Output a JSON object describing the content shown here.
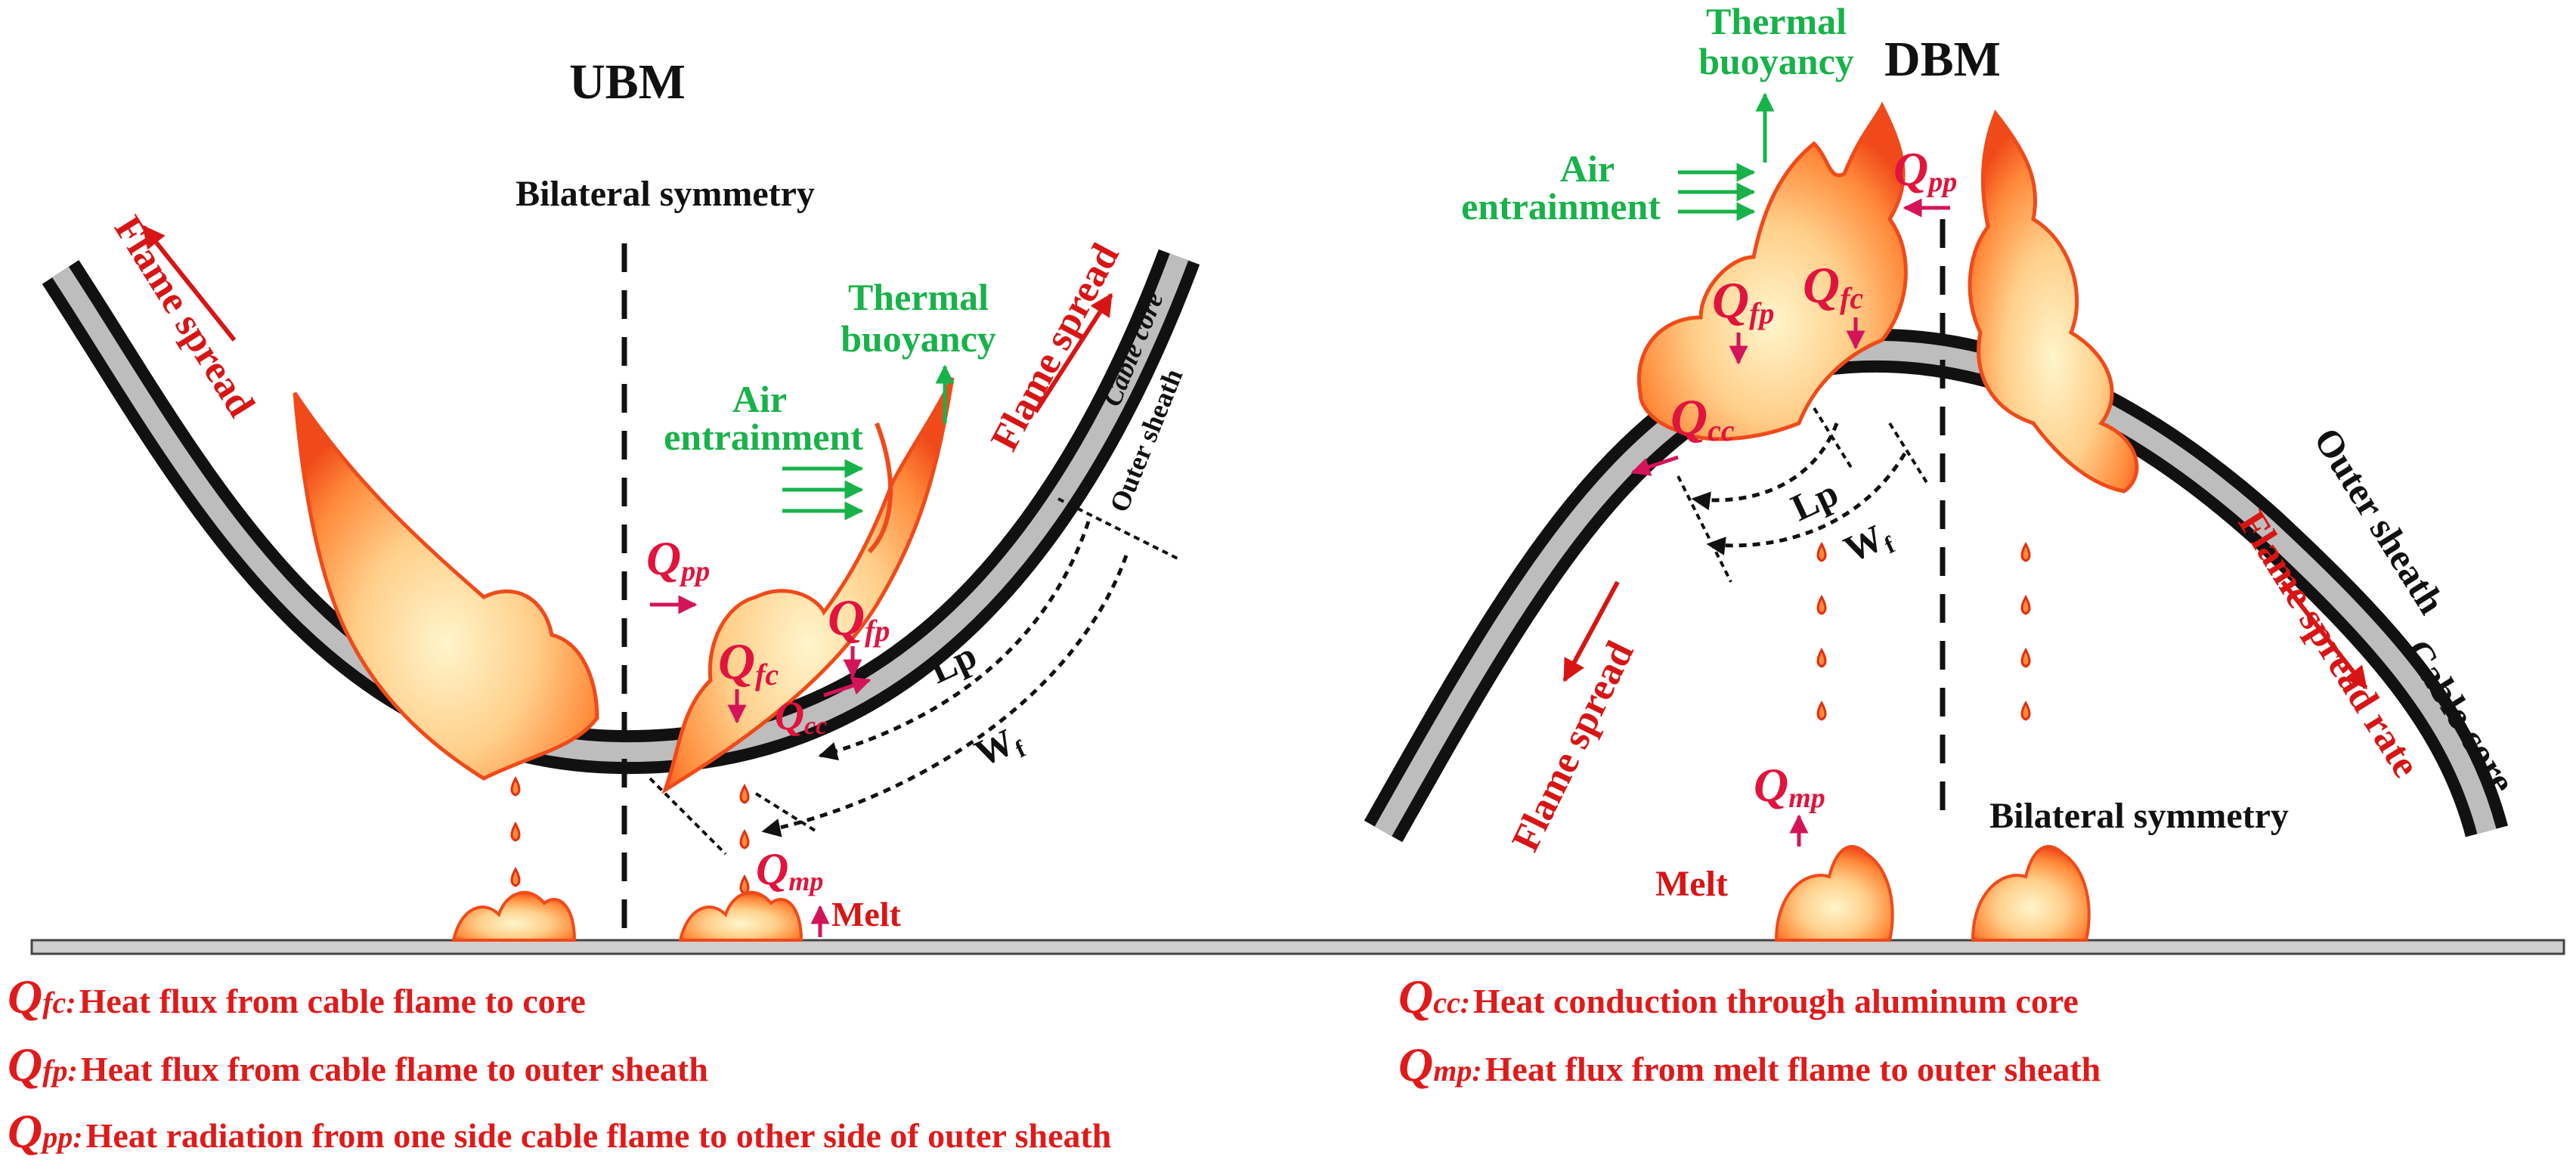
{
  "ubm": {
    "title": "UBM",
    "symmetry": "Bilateral symmetry",
    "flame_spread_left": "Flame spread",
    "flame_spread_right": "Flame spread",
    "thermal_buoyancy_1": "Thermal",
    "thermal_buoyancy_2": "buoyancy",
    "air_entrainment_1": "Air",
    "air_entrainment_2": "entrainment",
    "cable_core": "Cable core",
    "outer_sheath": "Outer sheath",
    "lp": "Lp",
    "wf": "W",
    "wf_sub": "f",
    "melt": "Melt",
    "q_pp": "Q",
    "q_pp_sub": "pp",
    "q_fp": "Q",
    "q_fp_sub": "fp",
    "q_fc": "Q",
    "q_fc_sub": "fc",
    "q_cc": "Q",
    "q_cc_sub": "cc",
    "q_mp": "Q",
    "q_mp_sub": "mp"
  },
  "dbm": {
    "title": "DBM",
    "thermal_buoyancy_1": "Thermal",
    "thermal_buoyancy_2": "buoyancy",
    "air_entrainment_1": "Air",
    "air_entrainment_2": "entrainment",
    "q_pp": "Q",
    "q_pp_sub": "pp",
    "q_fp": "Q",
    "q_fp_sub": "fp",
    "q_fc": "Q",
    "q_fc_sub": "fc",
    "q_cc": "Q",
    "q_cc_sub": "cc",
    "lp": "Lp",
    "wf": "W",
    "wf_sub": "f",
    "outer_sheath": "Outer sheath",
    "cable_core": "Cable core",
    "flame_spread_left": "Flame spread",
    "flame_spread_rate": "Flame spread rate",
    "q_mp": "Q",
    "q_mp_sub": "mp",
    "melt": "Melt",
    "symmetry": "Bilateral symmetry"
  },
  "legend": [
    {
      "symbol": "Q",
      "sub": "fc:",
      "text": "Heat flux from cable flame to core"
    },
    {
      "symbol": "Q",
      "sub": "fp:",
      "text": "Heat flux from  cable flame to outer sheath"
    },
    {
      "symbol": "Q",
      "sub": "pp:",
      "text": "Heat radiation from one side cable flame to other side of  outer sheath"
    },
    {
      "symbol": "Q",
      "sub": "cc:",
      "text": "Heat conduction through aluminum core"
    },
    {
      "symbol": "Q",
      "sub": "mp:",
      "text": "Heat flux    from melt flame to outer sheath"
    }
  ],
  "colors": {
    "heading": "#111111",
    "flame_label": "#d81515",
    "air_label": "#18b24a",
    "heat_symbol": "#e0143c",
    "legend_text": "#e01a1a",
    "core": "#bdbdbd",
    "sheath": "#111111",
    "flame_outer": "#f04a1a",
    "flame_inner": "#fff2c0"
  }
}
